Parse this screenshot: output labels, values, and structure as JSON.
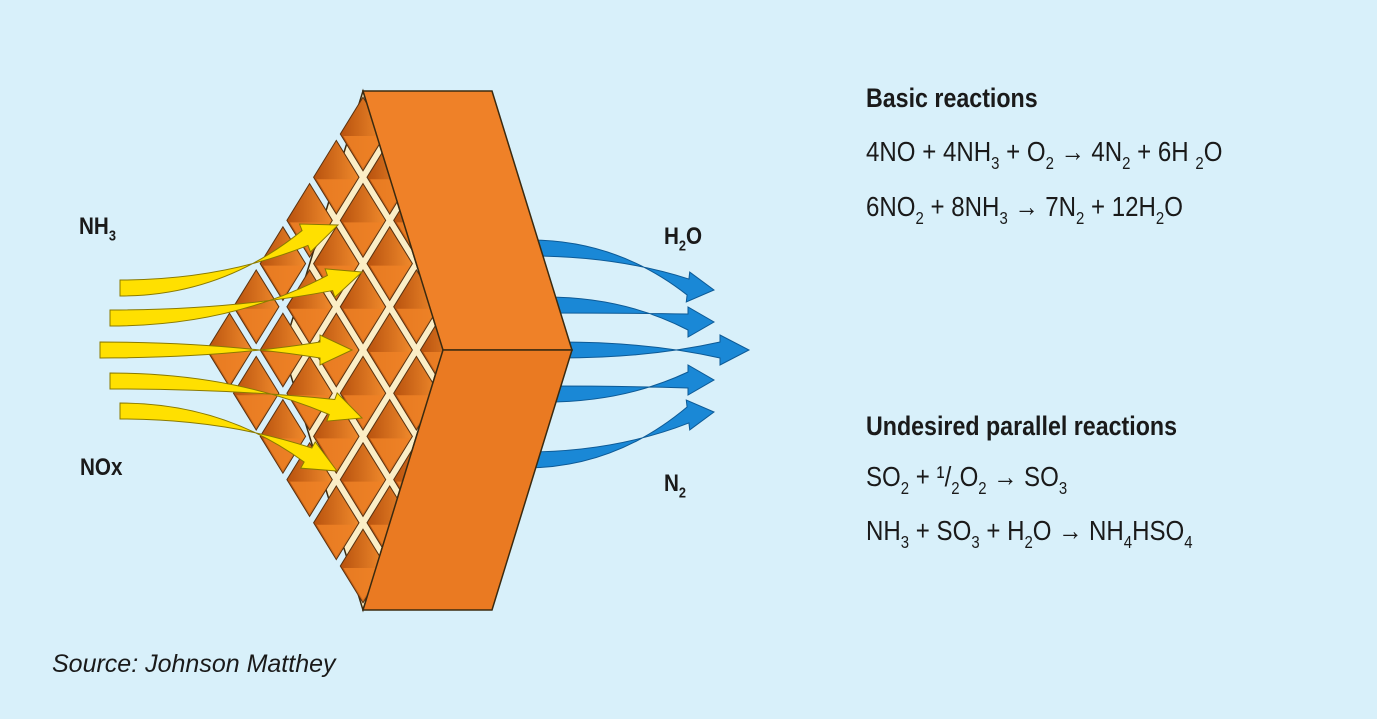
{
  "labels": {
    "nh3": {
      "base": "NH",
      "sub": "3"
    },
    "nox": "NOx",
    "h2o": {
      "base": "H",
      "sub": "2",
      "rest": "O"
    },
    "n2": {
      "base": "N",
      "sub": "2"
    }
  },
  "basic": {
    "heading": "Basic reactions",
    "eq1": [
      {
        "t": "4NO + 4NH"
      },
      {
        "s": "3"
      },
      {
        "t": " + O"
      },
      {
        "s": "2"
      },
      {
        "t": " → 4N"
      },
      {
        "s": "2"
      },
      {
        "t": " + 6H "
      },
      {
        "s": "2"
      },
      {
        "t": "O"
      }
    ],
    "eq2": [
      {
        "t": "6NO"
      },
      {
        "s": "2"
      },
      {
        "t": " + 8NH"
      },
      {
        "s": "3"
      },
      {
        "t": " → 7N"
      },
      {
        "s": "2"
      },
      {
        "t": " + 12H"
      },
      {
        "s": "2"
      },
      {
        "t": "O"
      }
    ]
  },
  "undesired": {
    "heading": "Undesired parallel reactions",
    "eq1": [
      {
        "t": "SO"
      },
      {
        "s": "2"
      },
      {
        "t": " + ¹/"
      },
      {
        "s": "2"
      },
      {
        "t": "O"
      },
      {
        "s": "2"
      },
      {
        "t": " → SO"
      },
      {
        "s": "3"
      }
    ],
    "eq2": [
      {
        "t": "NH"
      },
      {
        "s": "3"
      },
      {
        "t": " + SO"
      },
      {
        "s": "3"
      },
      {
        "t": " + H"
      },
      {
        "s": "2"
      },
      {
        "t": "O → NH"
      },
      {
        "s": "4"
      },
      {
        "t": "HSO"
      },
      {
        "s": "4"
      }
    ]
  },
  "source": "Source: Johnson Matthey",
  "colors": {
    "background": "#d8f0fa",
    "catalyst_front": "#ee8126",
    "catalyst_grid": "#fbeec6",
    "inlet_arrows": "#ffe000",
    "outlet_arrows": "#1a88d6"
  }
}
